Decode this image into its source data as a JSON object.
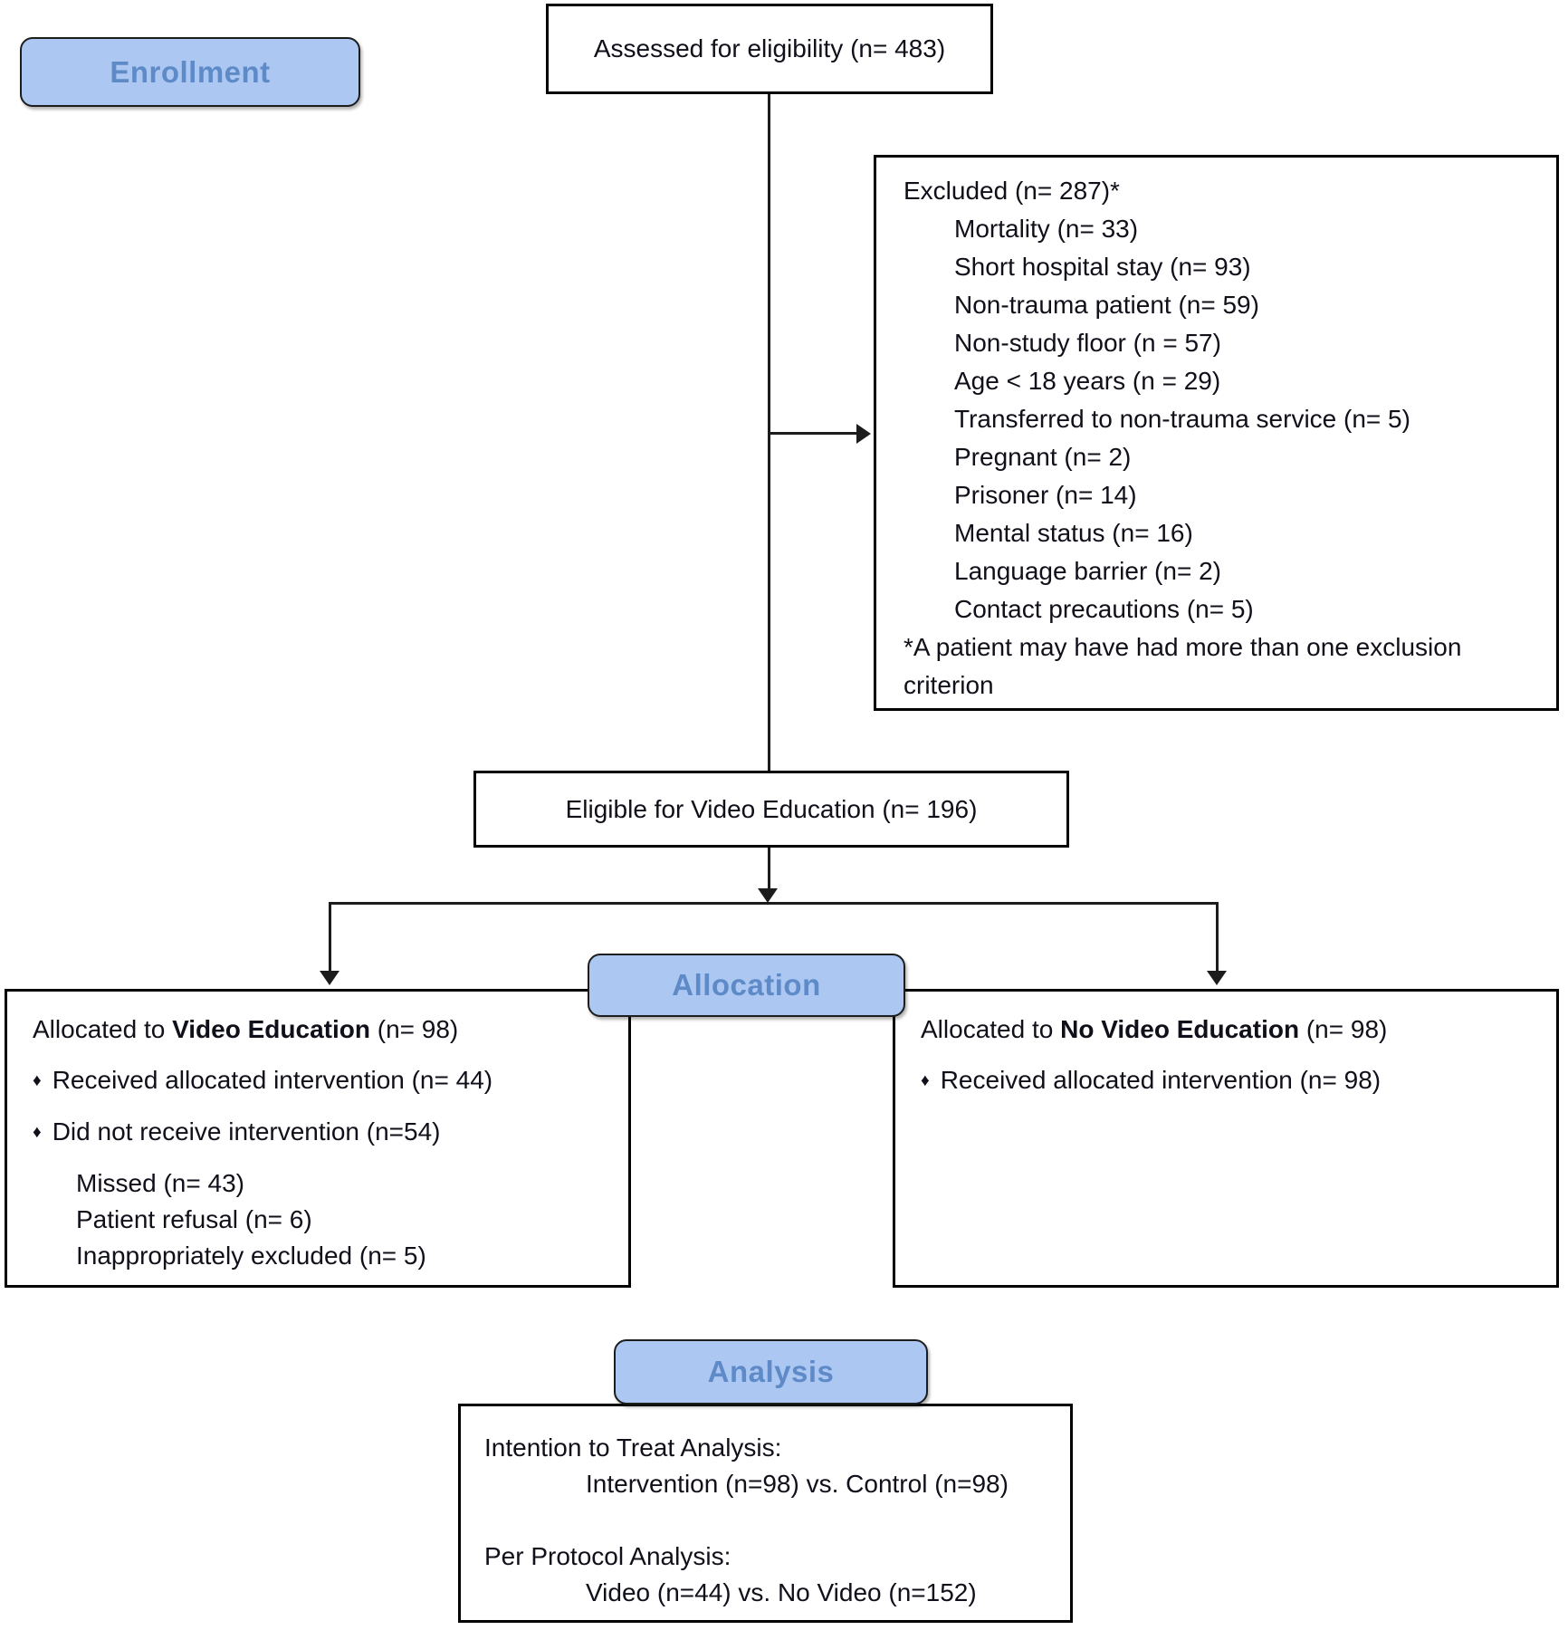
{
  "stage_labels": {
    "enrollment": "Enrollment",
    "allocation": "Allocation",
    "analysis": "Analysis"
  },
  "bullet_char": "♦",
  "colors": {
    "stage_fill": "#acc8f2",
    "stage_text": "#5e8bc7",
    "box_border": "#000000",
    "line_color": "#1c1c1c"
  },
  "boxes": {
    "assessed": {
      "text": "Assessed for eligibility (n= 483)"
    },
    "excluded": {
      "title": "Excluded (n= 287)*",
      "items": [
        "Mortality (n= 33)",
        "Short hospital stay (n= 93)",
        "Non-trauma patient (n= 59)",
        "Non-study floor (n = 57)",
        "Age < 18 years (n = 29)",
        "Transferred to non-trauma service (n= 5)",
        "Pregnant (n= 2)",
        "Prisoner (n= 14)",
        "Mental status (n= 16)",
        "Language barrier (n= 2)",
        "Contact precautions (n= 5)"
      ],
      "footnote": "*A patient may have had more than one exclusion criterion"
    },
    "eligible": {
      "text": "Eligible for Video Education (n= 196)"
    },
    "allocated_video": {
      "title_prefix": "Allocated to ",
      "title_bold": "Video Education",
      "title_suffix": " (n= 98)",
      "bullet_1": "Received allocated intervention (n= 44)",
      "bullet_2": "Did not receive intervention (n=54)",
      "sub_items": [
        "Missed (n= 43)",
        "Patient refusal (n= 6)",
        "Inappropriately excluded (n= 5)"
      ]
    },
    "allocated_no_video": {
      "title_prefix": "Allocated to ",
      "title_bold": "No Video Education",
      "title_suffix": " (n= 98)",
      "bullet_1": "Received allocated intervention (n= 98)"
    },
    "analysis": {
      "itt_label": "Intention to Treat Analysis:",
      "itt_detail": "Intervention (n=98) vs. Control (n=98)",
      "pp_label": "Per Protocol Analysis:",
      "pp_detail": "Video (n=44) vs. No Video (n=152)"
    }
  }
}
